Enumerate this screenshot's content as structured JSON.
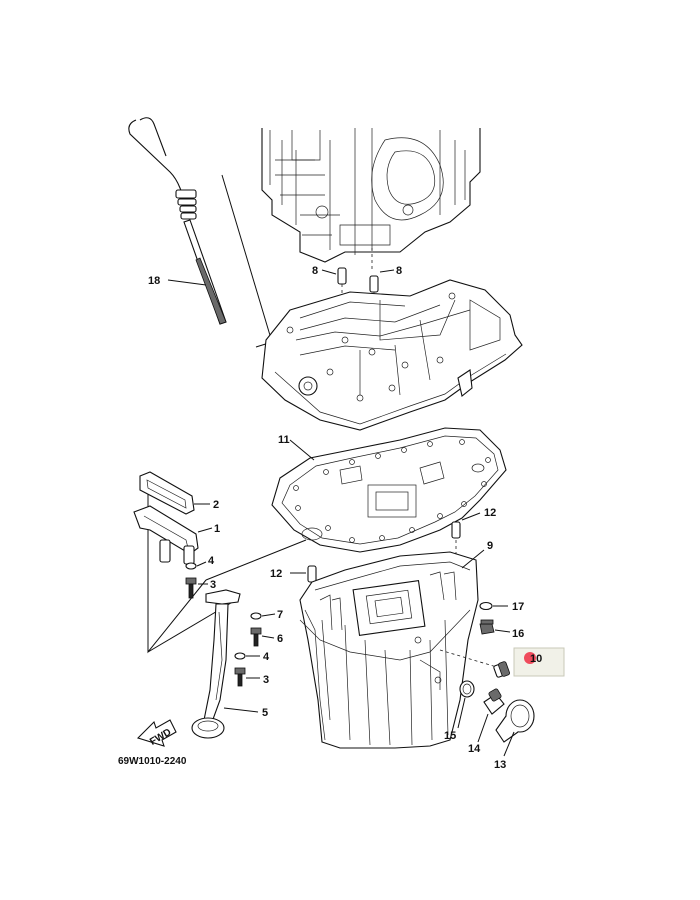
{
  "drawing_number": "69W1010-2240",
  "fwd_label": "FWD",
  "highlight_color": "#ef4b5c",
  "callouts": {
    "c1": "1",
    "c2": "2",
    "c3a": "3",
    "c3b": "3",
    "c4a": "4",
    "c4b": "4",
    "c5": "5",
    "c6": "6",
    "c7": "7",
    "c8a": "8",
    "c8b": "8",
    "c9": "9",
    "c10": "10",
    "c11": "11",
    "c12a": "12",
    "c12b": "12",
    "c13": "13",
    "c14": "14",
    "c15": "15",
    "c16": "16",
    "c17": "17",
    "c18": "18"
  }
}
